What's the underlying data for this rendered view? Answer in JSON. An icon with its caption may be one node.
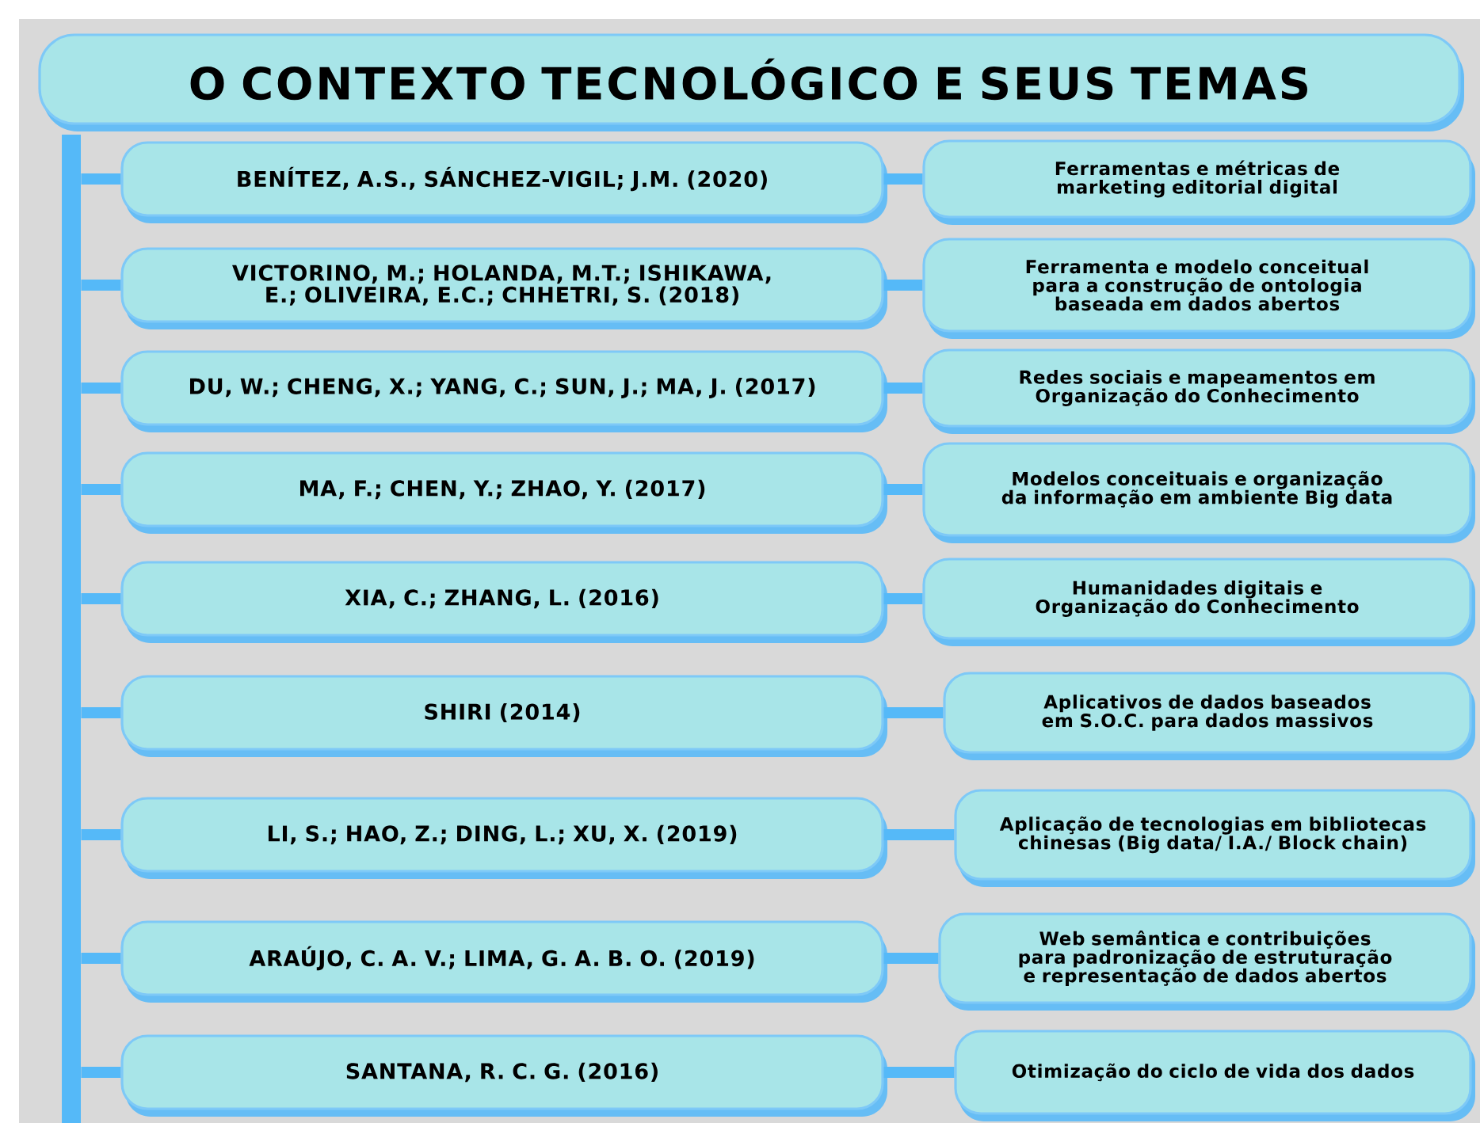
{
  "diagram": {
    "nodes": [
      {
        "text": [
          "O CONTEXTO TECNOLÓGICO E SEUS TEMAS"
        ]
      },
      {
        "text": [],
        "shape": "bar"
      },
      {
        "text": [
          "BENÍTEZ, A.S., SÁNCHEZ-VIGIL; J.M. (2020)"
        ]
      },
      {
        "text": [
          "Ferramentas e métricas de marketing editorial digital"
        ]
      },
      {
        "text": [
          "VICTORINO, M.; HOLANDA, M.T.; ISHIKAWA, E.; OLIVEIRA, E.C.; CHHETRI, S. (2018)"
        ]
      },
      {
        "text": [
          "Ferramenta e modelo conceitual para a construção de ontologia baseada em dados abertos"
        ]
      },
      {
        "text": [
          "DU, W.; CHENG, X.; YANG, C.; SUN, J.; MA, J. (2017)"
        ]
      },
      {
        "text": [
          "Redes sociais e mapeamentos em Organização do Conhecimento"
        ]
      },
      {
        "text": [
          "MA, F.; CHEN, Y.; ZHAO, Y. (2017)"
        ]
      },
      {
        "text": [
          "Modelos conceituais e organização da informação em ambiente Big data"
        ]
      },
      {
        "text": [
          "XIA, C.; ZHANG, L. (2016)"
        ]
      },
      {
        "text": [
          "Humanidades digitais e Organização do Conhecimento"
        ]
      },
      {
        "text": [
          "SHIRI (2014)"
        ]
      },
      {
        "text": [
          "Aplicativos de dados baseados em S.O.C. para dados massivos"
        ]
      },
      {
        "text": [
          "LI, S.; HAO, Z.; DING, L.; XU, X. (2019)"
        ]
      },
      {
        "text": [
          "Aplicação de tecnologias em bibliotecas chinesas (Big data/ I.A./ Block chain)"
        ]
      },
      {
        "text": [
          "ARAÚJO, C. A. V.; LIMA, G. A. B. O. (2019)"
        ]
      },
      {
        "text": [
          "Web semântica e contribuições para padronização de estruturação e representação de dados abertos"
        ]
      },
      {
        "text": [
          "SANTANA, R. C. G. (2016)"
        ]
      },
      {
        "text": [
          "Otimização do ciclo de vida dos dados"
        ]
      }
    ],
    "edges": [
      {
        "from": 1,
        "to": 2,
        "arrow": "none"
      },
      {
        "from": 2,
        "to": 3,
        "arrow": "none"
      },
      {
        "from": 1,
        "to": 4,
        "arrow": "none"
      },
      {
        "from": 4,
        "to": 5,
        "arrow": "none"
      },
      {
        "from": 1,
        "to": 6,
        "arrow": "none"
      },
      {
        "from": 6,
        "to": 7,
        "arrow": "none"
      },
      {
        "from": 1,
        "to": 8,
        "arrow": "none"
      },
      {
        "from": 8,
        "to": 9,
        "arrow": "none"
      },
      {
        "from": 1,
        "to": 10,
        "arrow": "none"
      },
      {
        "from": 10,
        "to": 11,
        "arrow": "none"
      },
      {
        "from": 1,
        "to": 12,
        "arrow": "none"
      },
      {
        "from": 12,
        "to": 13,
        "arrow": "none"
      },
      {
        "from": 1,
        "to": 14,
        "arrow": "none"
      },
      {
        "from": 14,
        "to": 15,
        "arrow": "none"
      },
      {
        "from": 1,
        "to": 16,
        "arrow": "none"
      },
      {
        "from": 16,
        "to": 17,
        "arrow": "none"
      },
      {
        "from": 1,
        "to": 18,
        "arrow": "none"
      },
      {
        "from": 18,
        "to": 19,
        "arrow": "none"
      }
    ]
  }
}
